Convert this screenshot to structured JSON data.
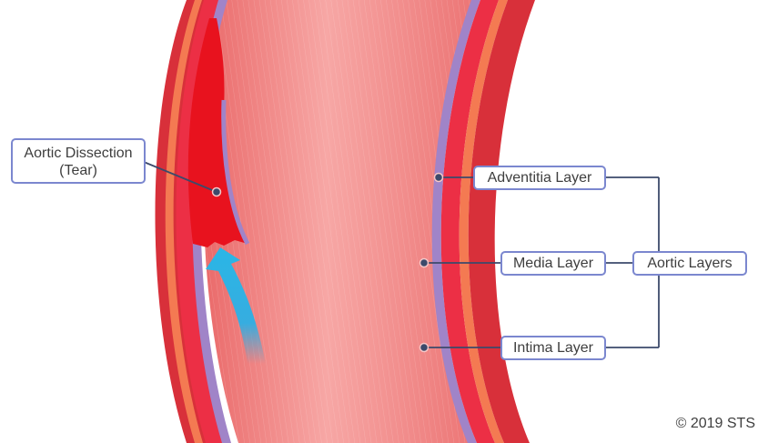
{
  "diagram": {
    "subject": "Aorta cross-section with dissection",
    "labels": {
      "dissection_line1": "Aortic Dissection",
      "dissection_line2": "(Tear)",
      "adventitia": "Adventitia Layer",
      "media": "Media Layer",
      "intima": "Intima Layer",
      "group": "Aortic Layers"
    },
    "copyright": "© 2019 STS",
    "colors": {
      "adventitia": "#d8303a",
      "orange_band": "#f47a52",
      "media": "#ec2f45",
      "intima": "#a084c8",
      "lumen": "#f28a8a",
      "tear_flap": "#e8121e",
      "blood_flow_arrow": "#2ab6e6",
      "label_border": "#7b87cf",
      "leader_line": "#3c4a6b"
    },
    "icons": {
      "blood_flow": "arrow-up-icon"
    }
  }
}
